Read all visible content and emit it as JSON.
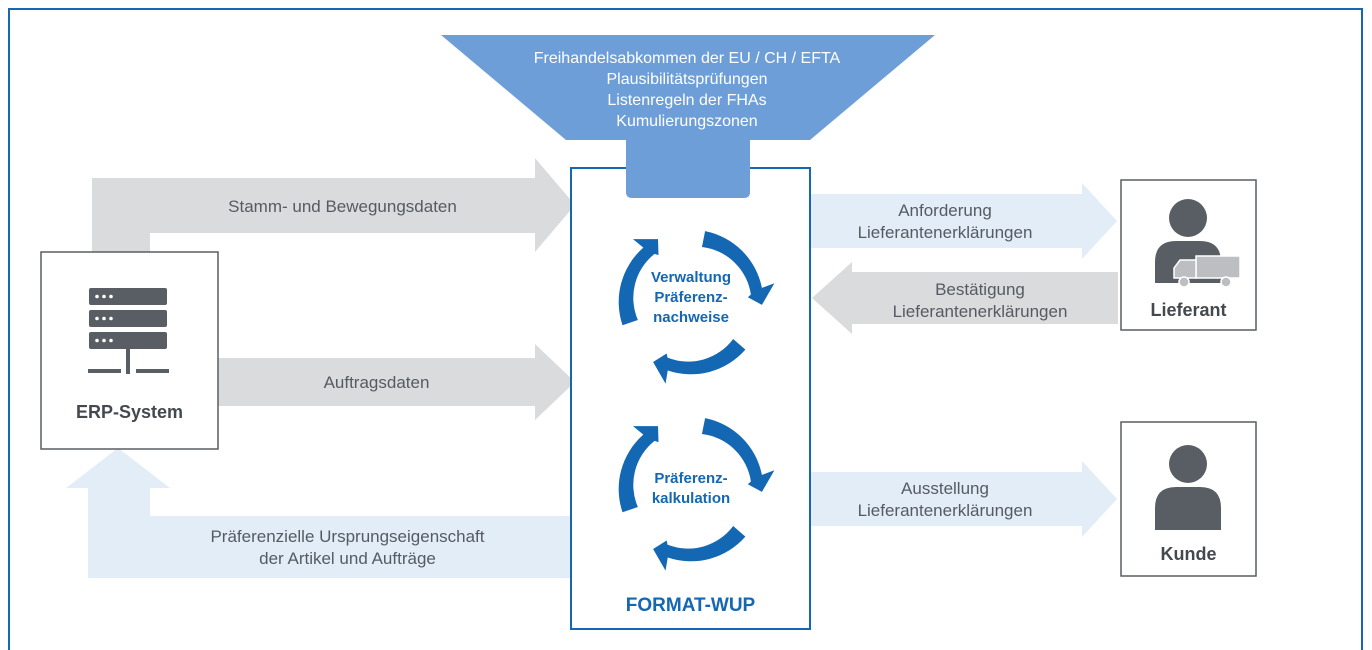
{
  "colors": {
    "frame": "#1467b2",
    "gray_arrow": "#dadbdc",
    "light_blue_arrow": "#e3edf7",
    "funnel": "#6d9ed7",
    "cycle": "#1467b2",
    "icon": "#595e64",
    "text": "#555b62"
  },
  "funnel": {
    "lines": [
      "Freihandelsabkommen der EU / CH / EFTA",
      "Plausibilitätsprüfungen",
      "Listenregeln der FHAs",
      "Kumulierungszonen"
    ]
  },
  "erp": {
    "label": "ERP-System",
    "icon": "server-icon"
  },
  "center": {
    "label": "FORMAT-WUP",
    "cycle1": {
      "lines": [
        "Verwaltung",
        "Präferenz-",
        "nachweise"
      ],
      "icon": "cycle-arrows-icon"
    },
    "cycle2": {
      "lines": [
        "Präferenz-",
        "kalkulation"
      ],
      "icon": "cycle-arrows-icon"
    }
  },
  "supplier": {
    "label": "Lieferant",
    "icon": "person-truck-icon"
  },
  "customer": {
    "label": "Kunde",
    "icon": "person-icon"
  },
  "flows": {
    "stamm": {
      "lines": [
        "Stamm- und Bewegungsdaten"
      ]
    },
    "auftrag": {
      "lines": [
        "Auftragsdaten"
      ]
    },
    "praeferenz": {
      "lines": [
        "Präferenzielle Ursprungseigenschaft",
        "der Artikel und Aufträge"
      ]
    },
    "anforderung": {
      "lines": [
        "Anforderung",
        "Lieferantenerklärungen"
      ]
    },
    "bestaetigung": {
      "lines": [
        "Bestätigung",
        "Lieferantenerklärungen"
      ]
    },
    "ausstellung": {
      "lines": [
        "Ausstellung",
        "Lieferantenerklärungen"
      ]
    }
  }
}
